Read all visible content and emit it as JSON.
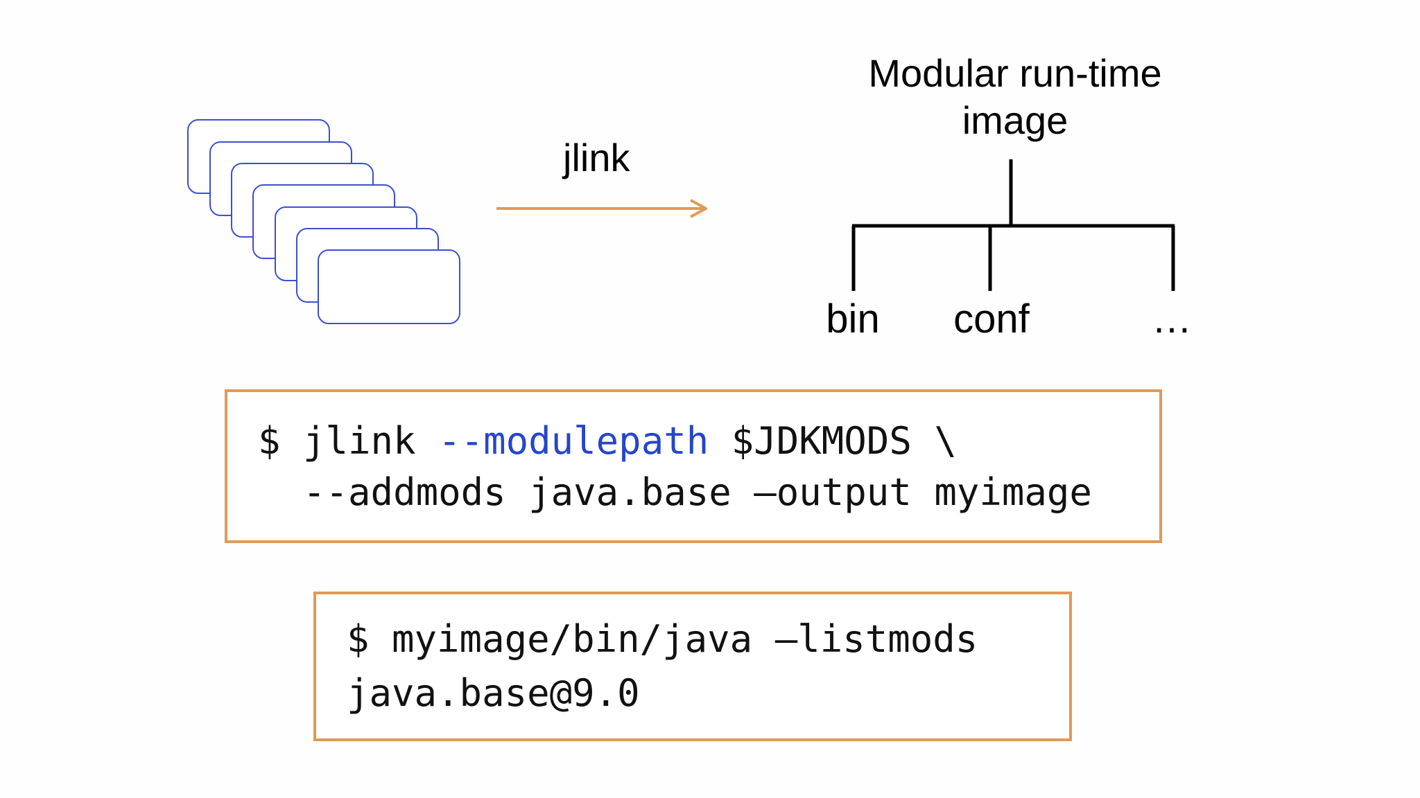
{
  "diagram": {
    "arrow_label": "jlink",
    "tree_title_line1": "Modular run-time",
    "tree_title_line2": "image",
    "leaves": [
      "bin",
      "conf",
      "…"
    ]
  },
  "commands": {
    "box1": {
      "line1_prompt": "$ jlink ",
      "line1_option": "--modulepath",
      "line1_rest": " $JDKMODS \\",
      "line2": "  --addmods java.base –output myimage"
    },
    "box2": {
      "line1": "$ myimage/bin/java –listmods",
      "line2": "java.base@9.0"
    }
  },
  "colors": {
    "card_border": "#3b4fd1",
    "arrow": "#e39955",
    "box_border": "#e39955",
    "option_text": "#2646c9"
  }
}
